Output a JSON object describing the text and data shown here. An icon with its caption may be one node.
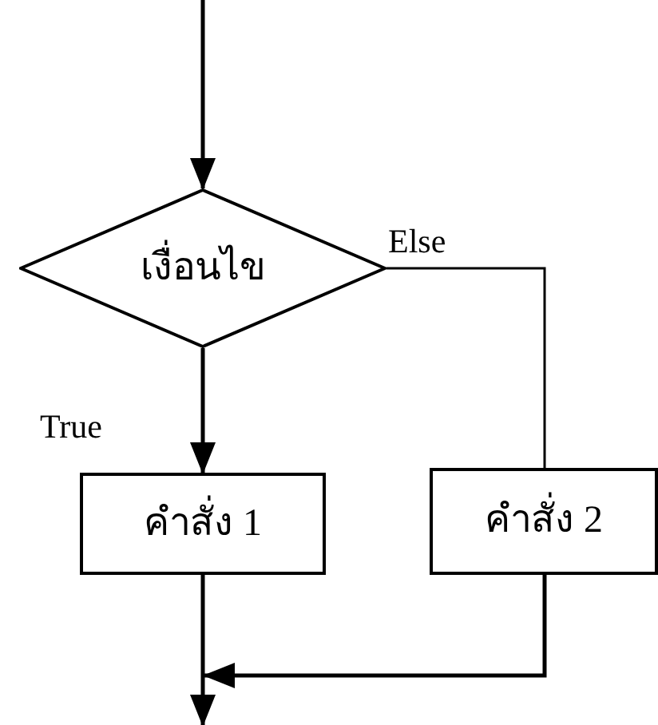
{
  "diagram": {
    "nodes": [
      {
        "text": [
          "เงื่อนไข"
        ]
      },
      {
        "text": [
          "คำสั่ง 1"
        ]
      },
      {
        "text": [
          "คำสั่ง 2"
        ]
      }
    ],
    "edges": [
      {
        "from": null,
        "to": 0,
        "arrow": "to"
      },
      {
        "from": 0,
        "to": 1,
        "arrow": "to",
        "label": "True"
      },
      {
        "from": 0,
        "to": 2,
        "arrow": "none",
        "label": "Else"
      },
      {
        "from": 1,
        "to": null,
        "arrow": "to"
      },
      {
        "from": 2,
        "to": null,
        "arrow": "to"
      }
    ]
  }
}
